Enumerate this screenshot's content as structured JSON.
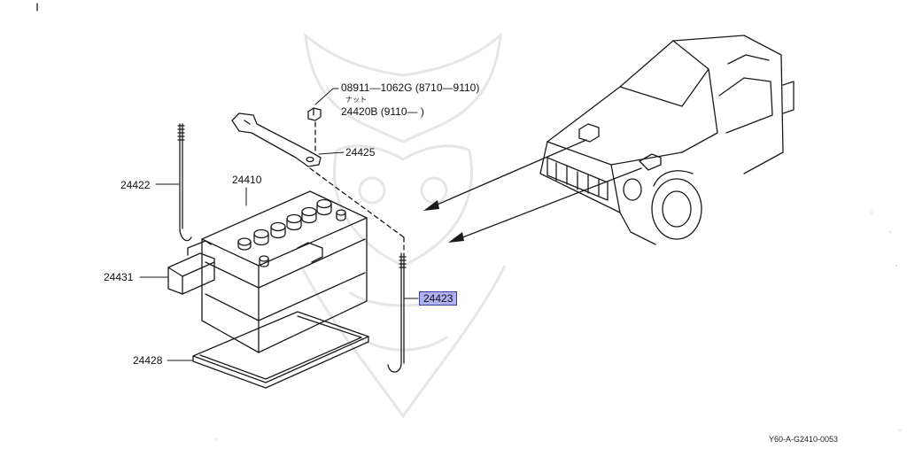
{
  "diagram": {
    "labels": {
      "nut_line1": "08911—1062G (8710—9110)",
      "nut_kana": "ナット",
      "nut_line2": "24420B (9110—      )",
      "hold_down_bar": "24425",
      "battery": "24410",
      "rod_left": "24422",
      "bracket": "24431",
      "tray": "24428",
      "rod_right_highlighted": "24423"
    },
    "image_code": "Y60-A-G2410-0053",
    "colors": {
      "line": "#1a1a1a",
      "highlight_fill": "#aeb2f2",
      "highlight_border": "#3a3f9c",
      "watermark": "#e6e6e6"
    }
  }
}
